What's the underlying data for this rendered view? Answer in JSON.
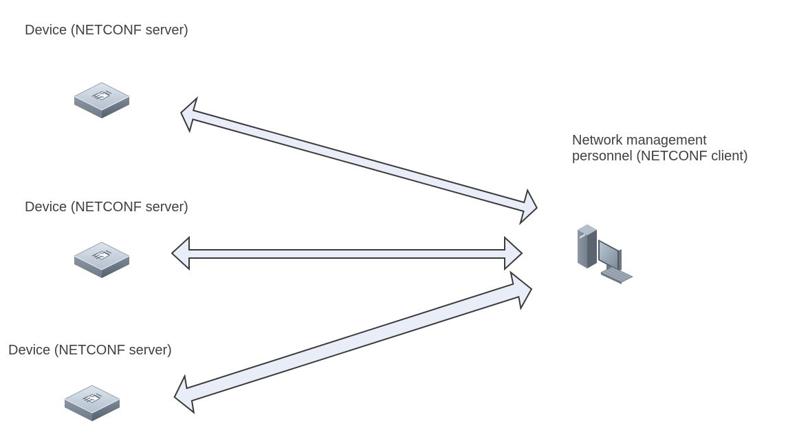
{
  "servers": [
    {
      "label": "Device (NETCONF server)",
      "icon": "switch-icon"
    },
    {
      "label": "Device (NETCONF server)",
      "icon": "switch-icon"
    },
    {
      "label": "Device (NETCONF server)",
      "icon": "switch-icon"
    }
  ],
  "client": {
    "label_line1": "Network management",
    "label_line2": "personnel (NETCONF client)",
    "icon": "computer-icon"
  },
  "connections": [
    {
      "from": "servers.0",
      "to": "client",
      "direction": "bidirectional"
    },
    {
      "from": "servers.1",
      "to": "client",
      "direction": "bidirectional"
    },
    {
      "from": "servers.2",
      "to": "client",
      "direction": "bidirectional"
    }
  ],
  "colors": {
    "label_text": "#404040",
    "arrow_fill": "#e8edf7",
    "arrow_stroke": "#3a3a3a",
    "device_top": "#c8d3de",
    "device_side": "#7f8c99",
    "computer_body": "#6f7b88"
  }
}
